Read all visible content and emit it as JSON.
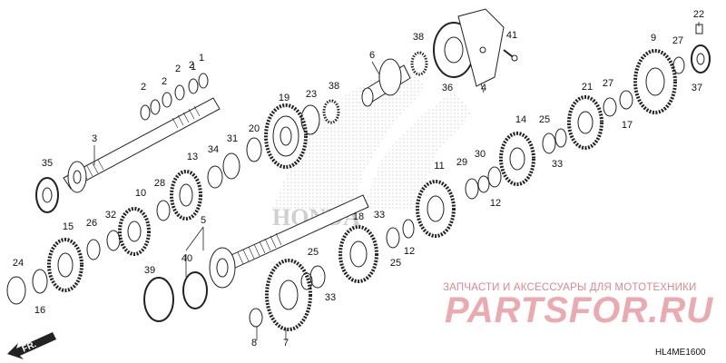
{
  "diagram": {
    "part_number": "HL4ME1600",
    "watermark_caption": "ЗАПЧАСТИ И АКСЕССУАРЫ ДЛЯ МОТОТЕХНИКИ",
    "watermark_brand": "PARTSFOR.RU",
    "background_logo": "HONDA",
    "direction_label": "FR.",
    "callouts": [
      "1",
      "2",
      "2",
      "2",
      "2",
      "1",
      "3",
      "4",
      "5",
      "6",
      "7",
      "8",
      "9",
      "10",
      "11",
      "12",
      "12",
      "13",
      "14",
      "15",
      "16",
      "17",
      "18",
      "19",
      "20",
      "21",
      "22",
      "23",
      "24",
      "25",
      "25",
      "25",
      "26",
      "27",
      "27",
      "28",
      "29",
      "30",
      "31",
      "32",
      "33",
      "33",
      "33",
      "34",
      "35",
      "36",
      "37",
      "38",
      "38",
      "39",
      "40",
      "41"
    ]
  },
  "colors": {
    "watermark": "#e9aab0",
    "line": "#222222"
  }
}
